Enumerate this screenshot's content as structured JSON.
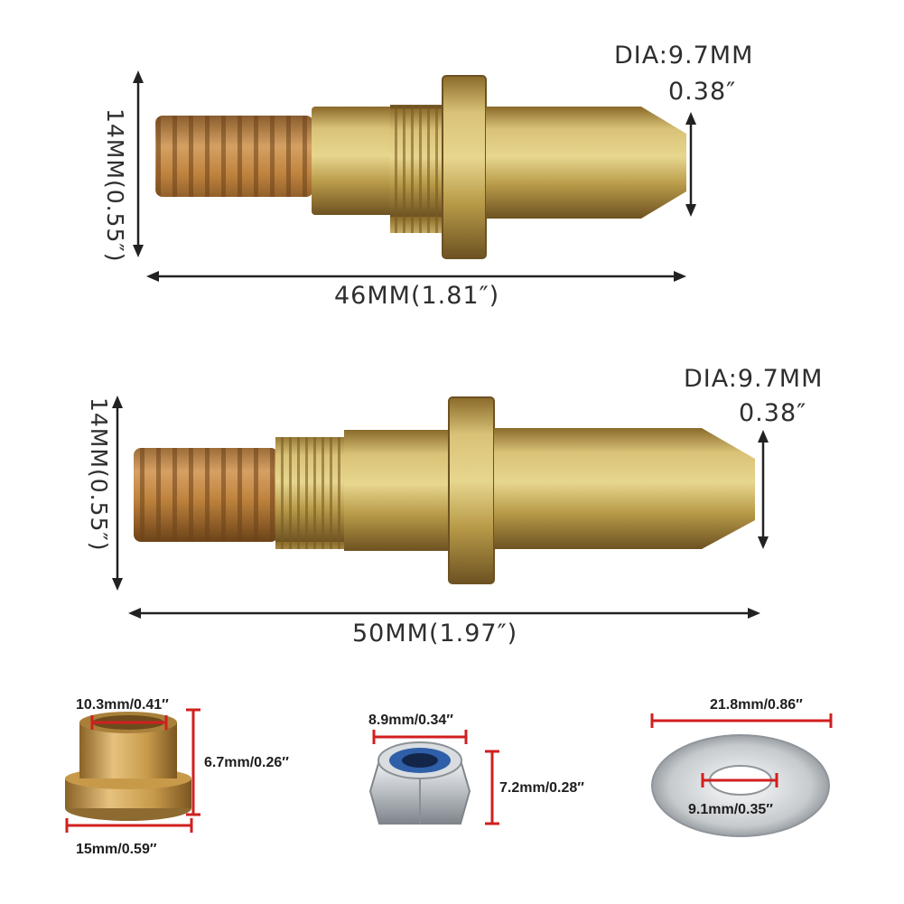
{
  "image": {
    "description_items": [
      "bolt-upper",
      "bolt-lower",
      "bushing",
      "lock-nut",
      "flat-washer"
    ]
  },
  "bolt_upper": {
    "dia_mm": "DIA:9.7MM",
    "dia_in": "0.38″",
    "height": "14MM(0.55″)",
    "length": "46MM(1.81″)"
  },
  "bolt_lower": {
    "dia_mm": "DIA:9.7MM",
    "dia_in": "0.38″",
    "height": "14MM(0.55″)",
    "length": "50MM(1.97″)"
  },
  "bushing": {
    "inner": "10.3mm/0.41″",
    "height": "6.7mm/0.26″",
    "outer": "15mm/0.59″"
  },
  "nut": {
    "width": "8.9mm/0.34″",
    "height": "7.2mm/0.28″"
  },
  "washer": {
    "outer": "21.8mm/0.86″",
    "inner": "9.1mm/0.35″"
  },
  "colors": {
    "dimension_dark": "#222222",
    "dimension_red": "#d11f1f",
    "zinc_yellow": "#c9a93a",
    "brass": "#c79a4a",
    "steel": "#b9bec3",
    "nylon_blue": "#2f5fa8"
  }
}
